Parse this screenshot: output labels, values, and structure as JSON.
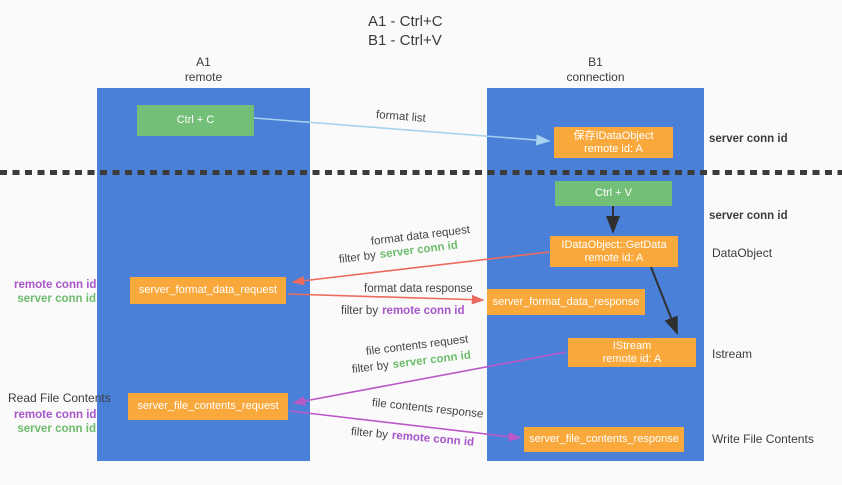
{
  "title": {
    "line1": "A1 - Ctrl+C",
    "line2": "B1 - Ctrl+V"
  },
  "lanes": {
    "left": {
      "title": "A1",
      "subtitle": "remote"
    },
    "right": {
      "title": "B1",
      "subtitle": "connection"
    }
  },
  "boxes": {
    "ctrl_c": {
      "label": "Ctrl + C"
    },
    "save_idataobject": {
      "line1": "保存IDataObject",
      "line2": "remote id: A"
    },
    "ctrl_v": {
      "label": "Ctrl + V"
    },
    "getdata": {
      "line1": "IDataObject::GetData",
      "line2": "remote id: A"
    },
    "format_request": {
      "label": "server_format_data_request"
    },
    "format_response": {
      "label": "server_format_data_response"
    },
    "istream": {
      "line1": "IStream",
      "line2": "remote id: A"
    },
    "file_request": {
      "label": "server_file_contents_request"
    },
    "file_response": {
      "label": "server_file_contents_response"
    }
  },
  "arrow_labels": {
    "format_list": "format list",
    "format_data_request": "format data request",
    "format_data_response": "format data response",
    "file_contents_request": "file contents request",
    "file_contents_response": "file contents response",
    "filter_by": "filter by",
    "server_conn_id": "server conn id",
    "remote_conn_id": "remote conn id"
  },
  "side_labels": {
    "server_conn_id_top": "server conn id",
    "server_conn_id_mid": "server conn id",
    "dataobject": "DataObject",
    "istream": "Istream",
    "write_file_contents": "Write File Contents",
    "read_file_contents": "Read File Contents",
    "left_pair_top": {
      "remote": "remote conn id",
      "server": "server conn id"
    },
    "left_pair_bottom": {
      "remote": "remote conn id",
      "server": "server conn id"
    }
  },
  "colors": {
    "lane_blue": "#4a80d8",
    "box_green": "#74bf77",
    "box_orange": "#f9a93c",
    "green_text": "#6dbd6d",
    "purple_text": "#a855c8",
    "arrow_red": "#ec6b5e",
    "arrow_purple": "#bb59c8",
    "arrow_blue": "#a5d2ef",
    "arrow_black": "#2f2f2f",
    "dash_line": "#3b3b3b"
  }
}
